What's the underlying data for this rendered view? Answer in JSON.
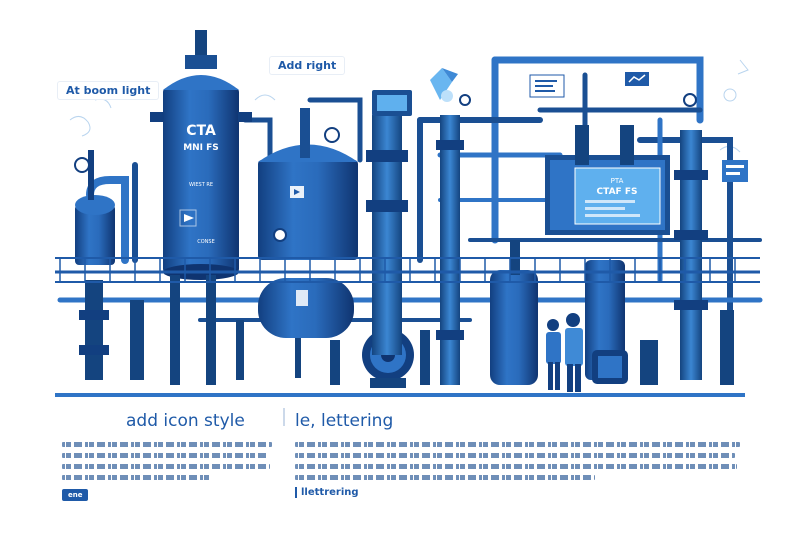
{
  "tags": {
    "top_left": "At boom light",
    "top_center": "Add right"
  },
  "tank_main": {
    "line1": "CTA",
    "line2": "MNI FS",
    "line3": "WIEST RE",
    "line4": "CONSE"
  },
  "panel_right": {
    "line1": "PTA",
    "line2": "CTAF FS"
  },
  "captions": {
    "left": "add icon style",
    "right": "le, lettering"
  },
  "buttons": {
    "left": "ene",
    "right": "llettrering"
  },
  "colors": {
    "primary": "#1f5aa8",
    "dark": "#123f80",
    "light": "#3f8ad6",
    "accent": "#69b6f0"
  }
}
